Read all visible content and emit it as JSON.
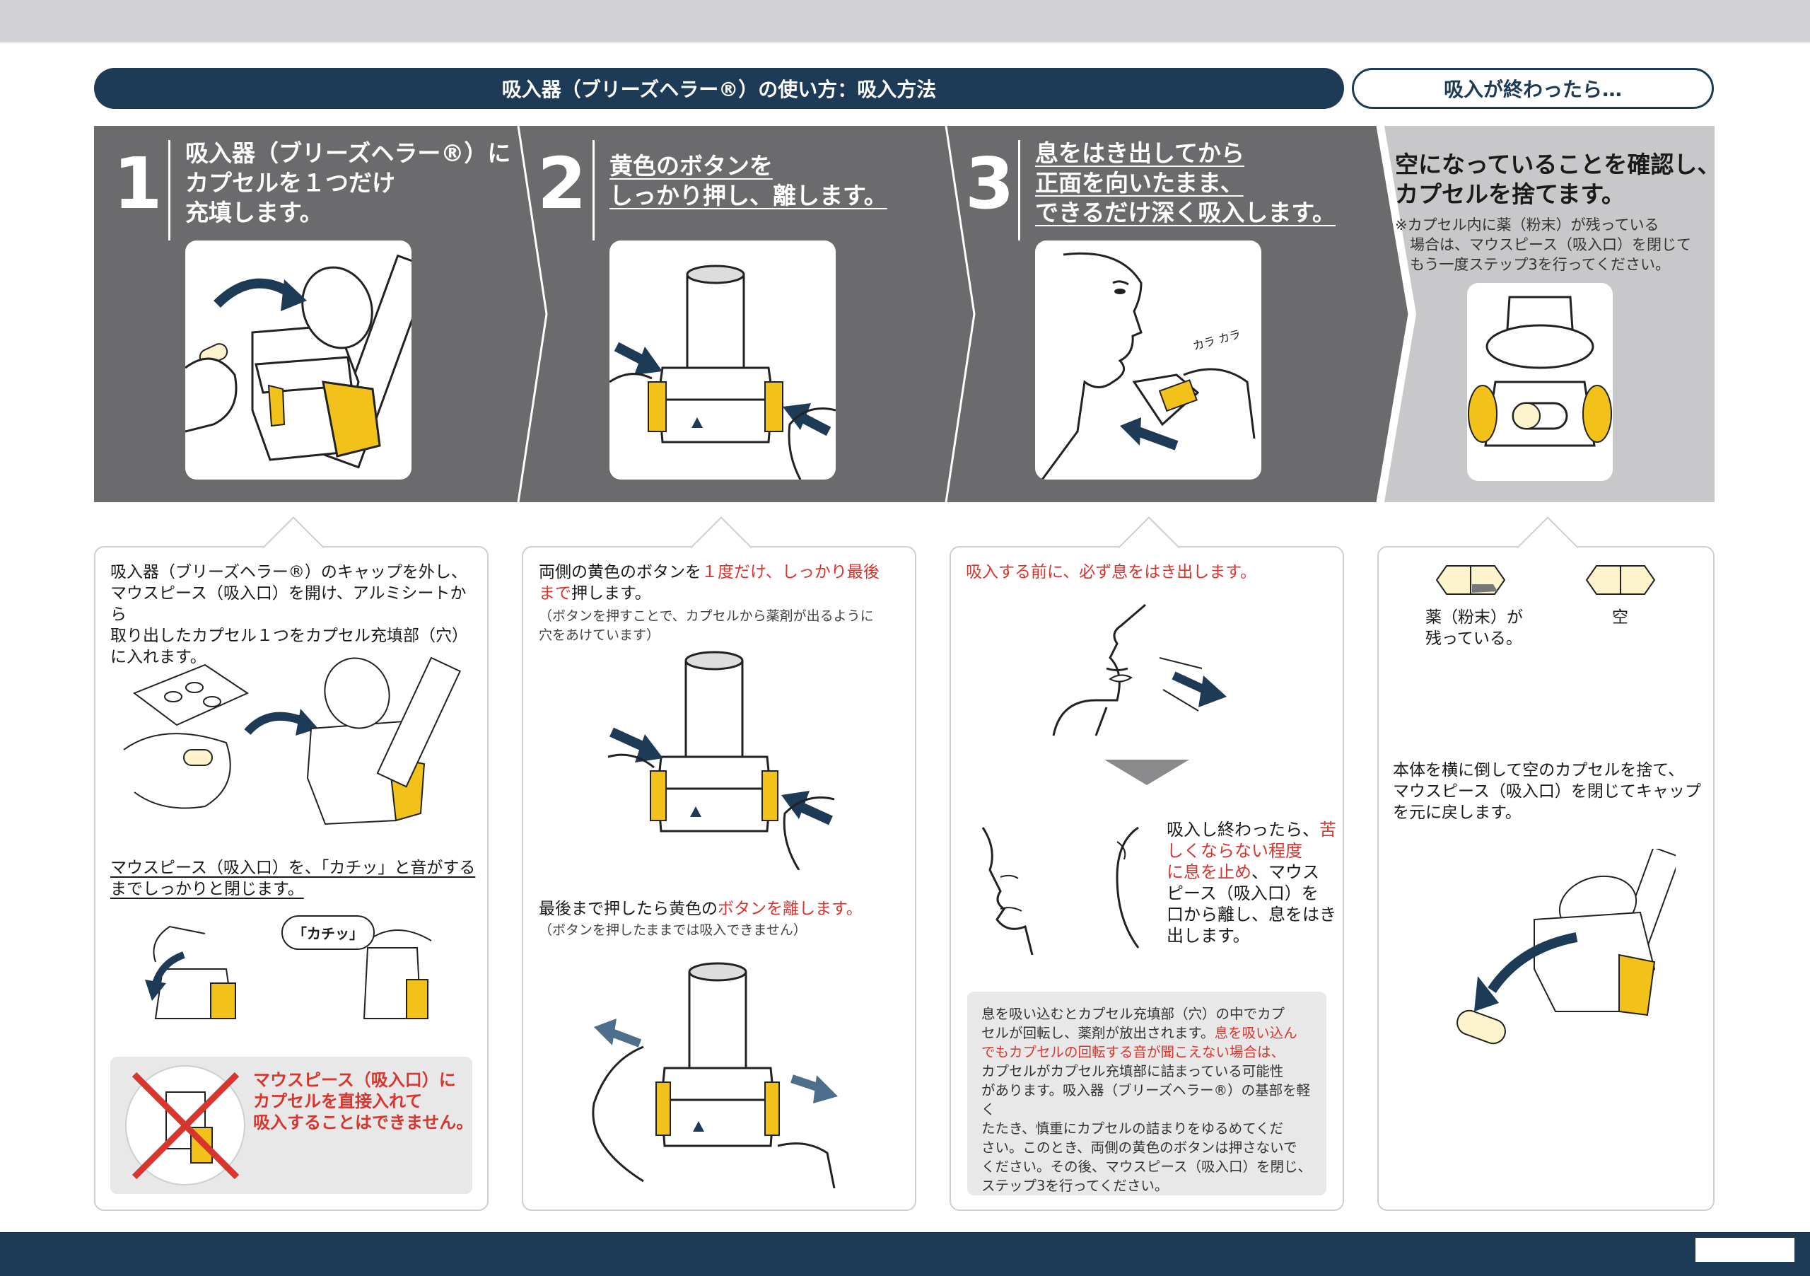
{
  "header": {
    "main_title": "吸入器（ブリーズヘラー®）の使い方：吸入方法",
    "after_title": "吸入が終わったら…"
  },
  "steps": [
    {
      "number": "1",
      "title": "吸入器（ブリーズヘラー®）に\nカプセルを１つだけ\n充填します。"
    },
    {
      "number": "2",
      "title": "黄色のボタンを\nしっかり押し、離します。"
    },
    {
      "number": "3",
      "title": "息をはき出してから\n正面を向いたまま、\nできるだけ深く吸入します。"
    }
  ],
  "after": {
    "title": "空になっていることを確認し、\nカプセルを捨てます。",
    "note": "※カプセル内に薬（粉末）が残っている\n　場合は、マウスピース（吸入口）を閉じて\n　もう一度ステップ3を行ってください。"
  },
  "panel1": {
    "text1": "吸入器（ブリーズヘラー®）のキャップを外し、\nマウスピース（吸入口）を開け、アルミシートから\n取り出したカプセル１つをカプセル充填部（穴）\nに入れます。",
    "text2": "マウスピース（吸入口）を、「カチッ」と音がする\nまでしっかりと閉じます。",
    "click_bubble": "「カチッ」",
    "warning": "マウスピース（吸入口）に\nカプセルを直接入れて\n吸入することはできません。"
  },
  "panel2": {
    "text1_a": "両側の黄色のボタンを",
    "text1_red": "１度だけ、しっかり最後\nまで",
    "text1_b": "押します。",
    "note1": "（ボタンを押すことで、カプセルから薬剤が出るように\n穴をあけています）",
    "text2_a": "最後まで押したら黄色の",
    "text2_red": "ボタンを離します。",
    "note2": "（ボタンを押したままでは吸入できません）"
  },
  "panel3": {
    "text1": "吸入する前に、必ず息をはき出します。",
    "step_a": "吸入し終わったら、",
    "step_red": "苦しくならない程度\nに息を止め",
    "step_b": "、マウス\nピース（吸入口）を\n口から離し、息をはき\n出します。",
    "box_a": "息を吸い込むとカプセル充填部（穴）の中でカプ\nセルが回転し、薬剤が放出されます。",
    "box_red": "息を吸い込ん\nでもカプセルの回転する音が聞こえない場合は、",
    "box_b": "\nカプセルがカプセル充填部に詰まっている可能性\nがあります。吸入器（ブリーズヘラー®）の基部を軽く\nたたき、慎重にカプセルの詰まりをゆるめてくだ\nさい。このとき、両側の黄色のボタンは押さないで\nください。その後、マウスピース（吸入口）を閉じ、\nステップ3を行ってください。"
  },
  "panel4": {
    "label_powder": "薬（粉末）が\n残っている。",
    "label_empty": "空",
    "text": "本体を横に倒して空のカプセルを捨て、\nマウスピース（吸入口）を閉じてキャップ\nを元に戻します。"
  },
  "colors": {
    "navy": "#1d3a57",
    "band_dark": "#6b6b6d",
    "band_light": "#c8c8ca",
    "accent_red": "#d9352f",
    "device_yellow": "#f2c21b"
  }
}
